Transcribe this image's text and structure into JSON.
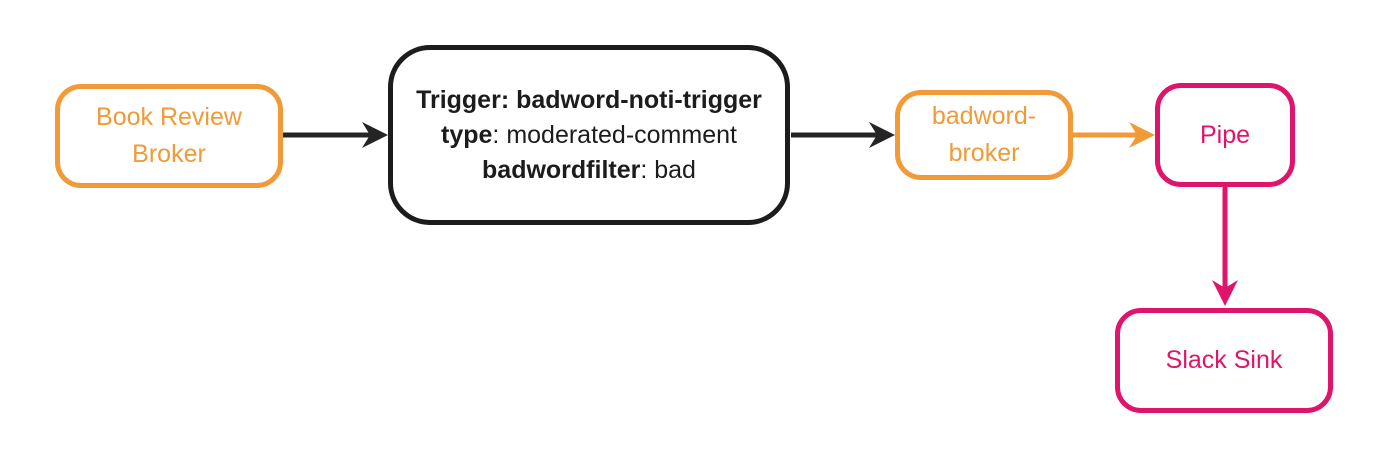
{
  "diagram": {
    "type": "event-flow-diagram",
    "background_color": "#ffffff",
    "colors": {
      "orange": "#F09A38",
      "pink": "#DE156A",
      "black": "#1C1C1C"
    },
    "nodes": {
      "book_review_broker": {
        "label": "Book Review Broker",
        "color": "#F09A38"
      },
      "trigger": {
        "line1": "Trigger: badword-noti-trigger",
        "line2_key": "type",
        "line2_rest": ": moderated-comment",
        "line3_key": "badwordfilter",
        "line3_rest": ": bad",
        "color": "#1C1C1C"
      },
      "badword_broker": {
        "label": "badword-broker",
        "color": "#F09A38"
      },
      "pipe": {
        "label": "Pipe",
        "color": "#DE156A"
      },
      "slack_sink": {
        "label": "Slack Sink",
        "color": "#DE156A"
      }
    },
    "edges": [
      {
        "from": "book_review_broker",
        "to": "trigger",
        "direction": "right",
        "color": "#242424"
      },
      {
        "from": "trigger",
        "to": "badword_broker",
        "direction": "right",
        "color": "#242424"
      },
      {
        "from": "badword_broker",
        "to": "pipe",
        "direction": "right",
        "color": "#F09A38"
      },
      {
        "from": "pipe",
        "to": "slack_sink",
        "direction": "down",
        "color": "#DE156A"
      }
    ]
  }
}
